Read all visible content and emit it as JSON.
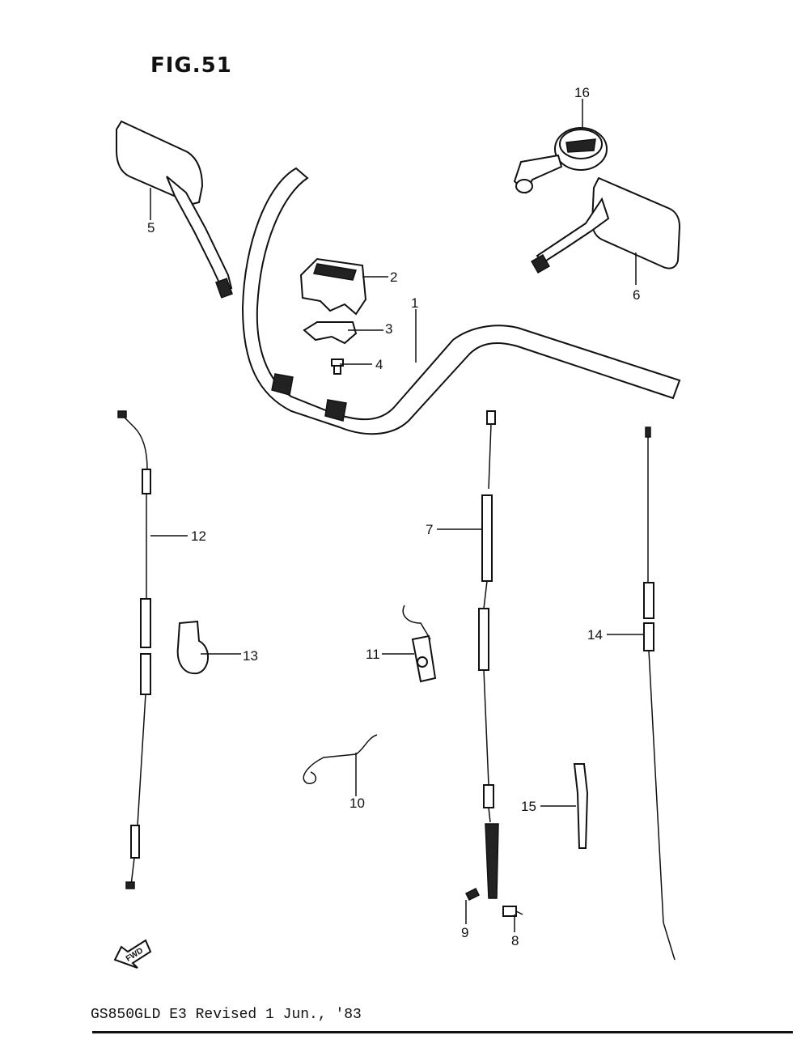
{
  "figure": {
    "title": "FIG.51"
  },
  "footer": {
    "text": "GS850GLD E3 Revised 1 Jun., '83"
  },
  "fwd_mark": {
    "label": "FWD"
  },
  "callouts": [
    "1",
    "2",
    "3",
    "4",
    "5",
    "6",
    "7",
    "8",
    "9",
    "10",
    "11",
    "12",
    "13",
    "14",
    "15",
    "16"
  ]
}
